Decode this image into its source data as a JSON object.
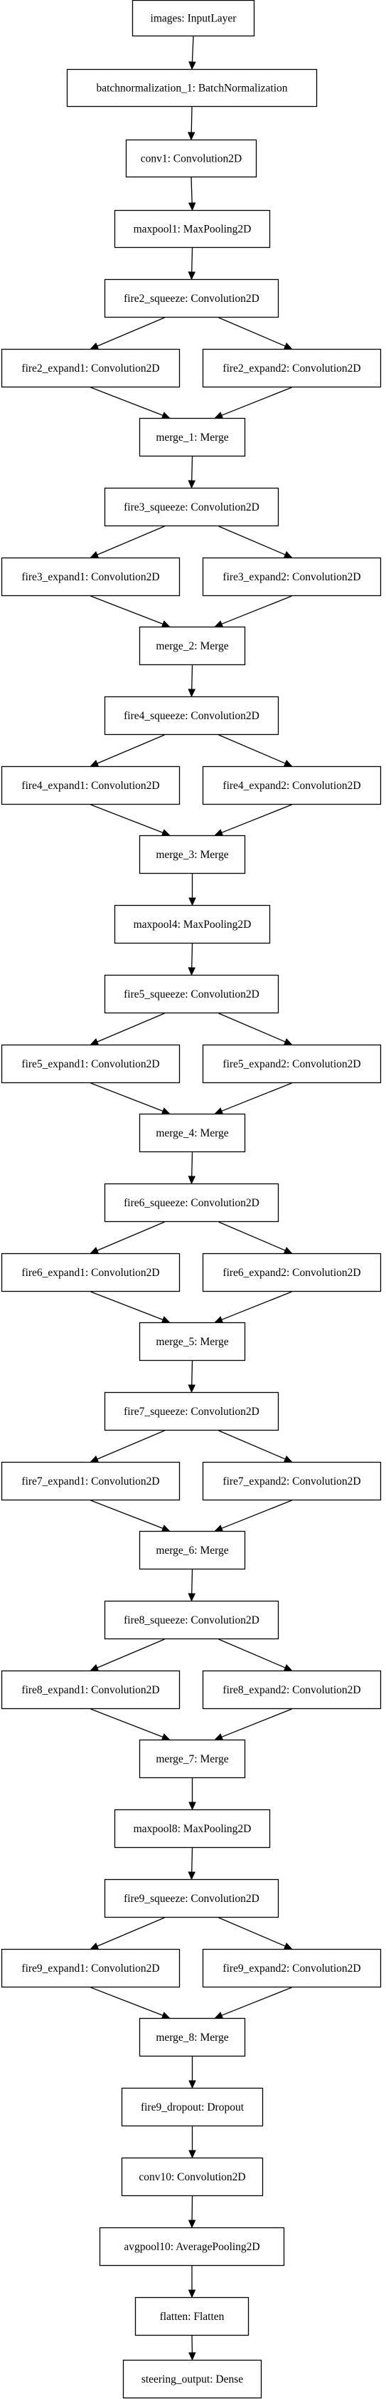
{
  "diagram": {
    "type": "keras-model-graph",
    "nodes": [
      {
        "id": "n0",
        "label": "images: InputLayer"
      },
      {
        "id": "n1",
        "label": "batchnormalization_1: BatchNormalization"
      },
      {
        "id": "n2",
        "label": "conv1: Convolution2D"
      },
      {
        "id": "n3",
        "label": "maxpool1: MaxPooling2D"
      },
      {
        "id": "n4",
        "label": "fire2_squeeze: Convolution2D"
      },
      {
        "id": "n5",
        "label": "fire2_expand1: Convolution2D"
      },
      {
        "id": "n6",
        "label": "fire2_expand2: Convolution2D"
      },
      {
        "id": "n7",
        "label": "merge_1: Merge"
      },
      {
        "id": "n8",
        "label": "fire3_squeeze: Convolution2D"
      },
      {
        "id": "n9",
        "label": "fire3_expand1: Convolution2D"
      },
      {
        "id": "n10",
        "label": "fire3_expand2: Convolution2D"
      },
      {
        "id": "n11",
        "label": "merge_2: Merge"
      },
      {
        "id": "n12",
        "label": "fire4_squeeze: Convolution2D"
      },
      {
        "id": "n13",
        "label": "fire4_expand1: Convolution2D"
      },
      {
        "id": "n14",
        "label": "fire4_expand2: Convolution2D"
      },
      {
        "id": "n15",
        "label": "merge_3: Merge"
      },
      {
        "id": "n16",
        "label": "maxpool4: MaxPooling2D"
      },
      {
        "id": "n17",
        "label": "fire5_squeeze: Convolution2D"
      },
      {
        "id": "n18",
        "label": "fire5_expand1: Convolution2D"
      },
      {
        "id": "n19",
        "label": "fire5_expand2: Convolution2D"
      },
      {
        "id": "n20",
        "label": "merge_4: Merge"
      },
      {
        "id": "n21",
        "label": "fire6_squeeze: Convolution2D"
      },
      {
        "id": "n22",
        "label": "fire6_expand1: Convolution2D"
      },
      {
        "id": "n23",
        "label": "fire6_expand2: Convolution2D"
      },
      {
        "id": "n24",
        "label": "merge_5: Merge"
      },
      {
        "id": "n25",
        "label": "fire7_squeeze: Convolution2D"
      },
      {
        "id": "n26",
        "label": "fire7_expand1: Convolution2D"
      },
      {
        "id": "n27",
        "label": "fire7_expand2: Convolution2D"
      },
      {
        "id": "n28",
        "label": "merge_6: Merge"
      },
      {
        "id": "n29",
        "label": "fire8_squeeze: Convolution2D"
      },
      {
        "id": "n30",
        "label": "fire8_expand1: Convolution2D"
      },
      {
        "id": "n31",
        "label": "fire8_expand2: Convolution2D"
      },
      {
        "id": "n32",
        "label": "merge_7: Merge"
      },
      {
        "id": "n33",
        "label": "maxpool8: MaxPooling2D"
      },
      {
        "id": "n34",
        "label": "fire9_squeeze: Convolution2D"
      },
      {
        "id": "n35",
        "label": "fire9_expand1: Convolution2D"
      },
      {
        "id": "n36",
        "label": "fire9_expand2: Convolution2D"
      },
      {
        "id": "n37",
        "label": "merge_8: Merge"
      },
      {
        "id": "n38",
        "label": "fire9_dropout: Dropout"
      },
      {
        "id": "n39",
        "label": "conv10: Convolution2D"
      },
      {
        "id": "n40",
        "label": "avgpool10: AveragePooling2D"
      },
      {
        "id": "n41",
        "label": "flatten: Flatten"
      },
      {
        "id": "n42",
        "label": "steering_output: Dense"
      }
    ],
    "edges": [
      [
        "n0",
        "n1"
      ],
      [
        "n1",
        "n2"
      ],
      [
        "n2",
        "n3"
      ],
      [
        "n3",
        "n4"
      ],
      [
        "n4",
        "n5"
      ],
      [
        "n4",
        "n6"
      ],
      [
        "n5",
        "n7"
      ],
      [
        "n6",
        "n7"
      ],
      [
        "n7",
        "n8"
      ],
      [
        "n8",
        "n9"
      ],
      [
        "n8",
        "n10"
      ],
      [
        "n9",
        "n11"
      ],
      [
        "n10",
        "n11"
      ],
      [
        "n11",
        "n12"
      ],
      [
        "n12",
        "n13"
      ],
      [
        "n12",
        "n14"
      ],
      [
        "n13",
        "n15"
      ],
      [
        "n14",
        "n15"
      ],
      [
        "n15",
        "n16"
      ],
      [
        "n16",
        "n17"
      ],
      [
        "n17",
        "n18"
      ],
      [
        "n17",
        "n19"
      ],
      [
        "n18",
        "n20"
      ],
      [
        "n19",
        "n20"
      ],
      [
        "n20",
        "n21"
      ],
      [
        "n21",
        "n22"
      ],
      [
        "n21",
        "n23"
      ],
      [
        "n22",
        "n24"
      ],
      [
        "n23",
        "n24"
      ],
      [
        "n24",
        "n25"
      ],
      [
        "n25",
        "n26"
      ],
      [
        "n25",
        "n27"
      ],
      [
        "n26",
        "n28"
      ],
      [
        "n27",
        "n28"
      ],
      [
        "n28",
        "n29"
      ],
      [
        "n29",
        "n30"
      ],
      [
        "n29",
        "n31"
      ],
      [
        "n30",
        "n32"
      ],
      [
        "n31",
        "n32"
      ],
      [
        "n32",
        "n33"
      ],
      [
        "n33",
        "n34"
      ],
      [
        "n34",
        "n35"
      ],
      [
        "n34",
        "n36"
      ],
      [
        "n35",
        "n37"
      ],
      [
        "n36",
        "n37"
      ],
      [
        "n37",
        "n38"
      ],
      [
        "n38",
        "n39"
      ],
      [
        "n39",
        "n40"
      ],
      [
        "n40",
        "n41"
      ],
      [
        "n41",
        "n42"
      ]
    ]
  }
}
